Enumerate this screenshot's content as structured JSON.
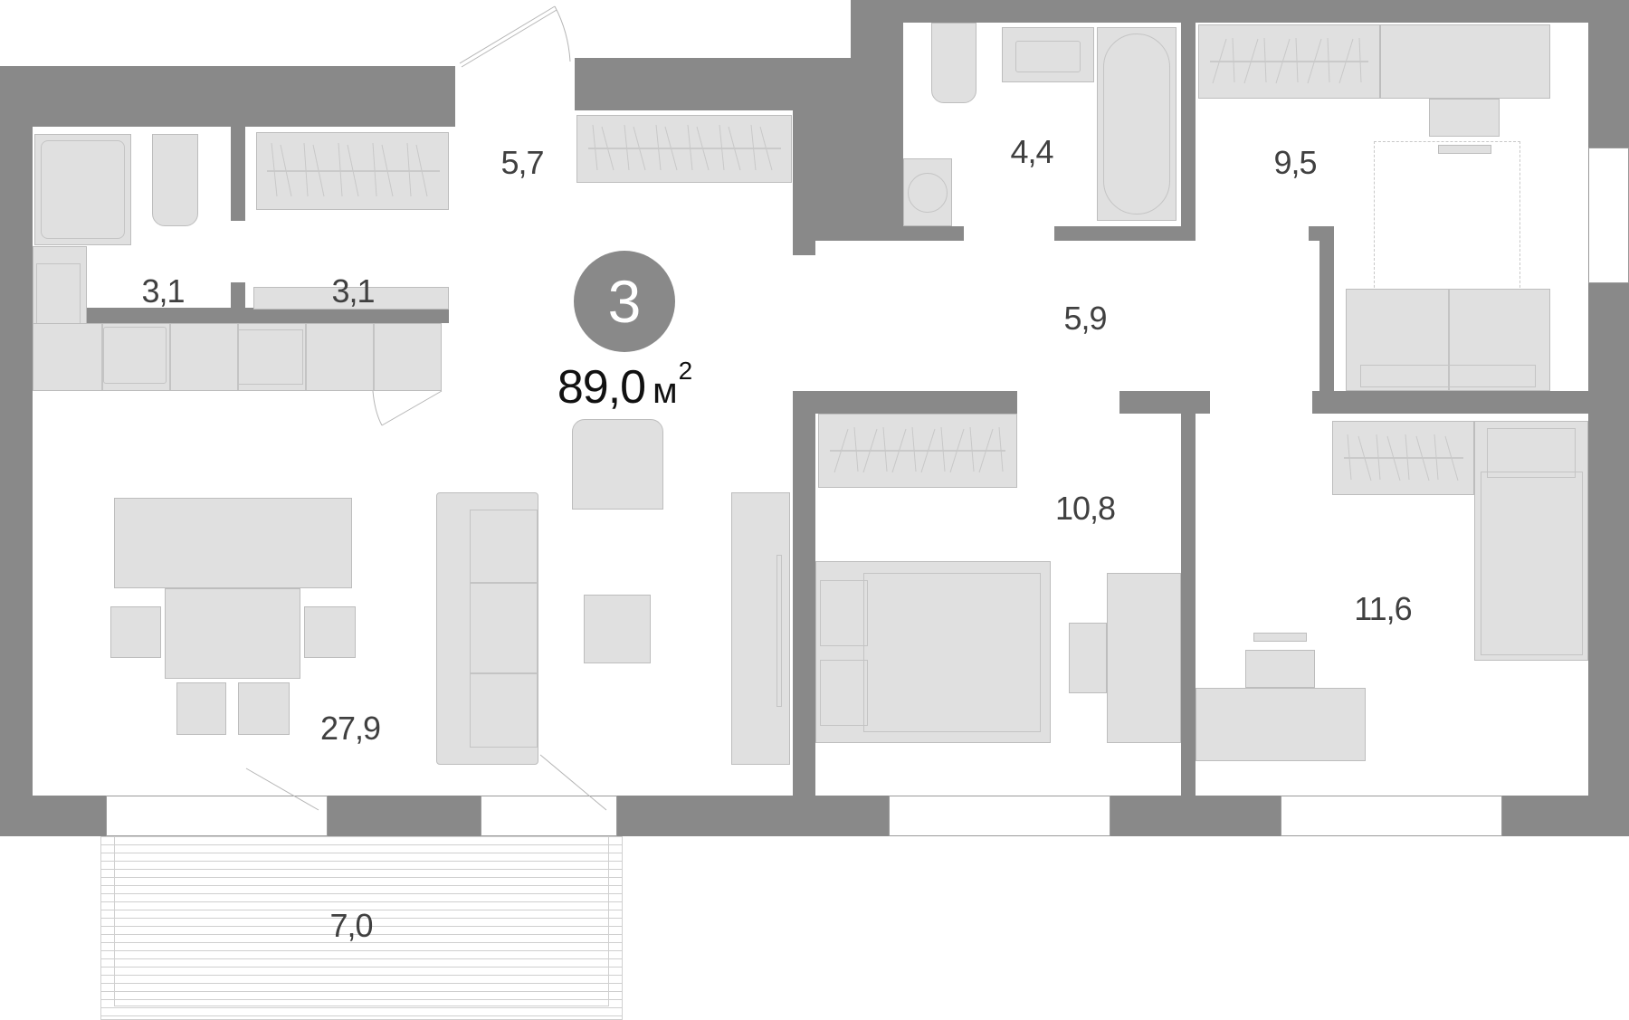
{
  "plan": {
    "rooms_count": "3",
    "total_area_value": "89,0",
    "total_area_unit": "м",
    "total_area_sup": "2",
    "colors": {
      "wall": "#898989",
      "furniture": "#e0e0e0",
      "furniture_stroke": "#bdbdbd",
      "label_text": "#404040",
      "background": "#ffffff"
    },
    "rooms": [
      {
        "id": "bathroom-small",
        "area": "3,1"
      },
      {
        "id": "storage-hall",
        "area": "3,1"
      },
      {
        "id": "entrance-hall",
        "area": "5,7"
      },
      {
        "id": "bathroom",
        "area": "4,4"
      },
      {
        "id": "bedroom-top-right",
        "area": "9,5"
      },
      {
        "id": "corridor",
        "area": "5,9"
      },
      {
        "id": "bedroom-middle",
        "area": "10,8"
      },
      {
        "id": "bedroom-bottom-right",
        "area": "11,6"
      },
      {
        "id": "kitchen-living",
        "area": "27,9"
      },
      {
        "id": "balcony",
        "area": "7,0"
      }
    ]
  }
}
